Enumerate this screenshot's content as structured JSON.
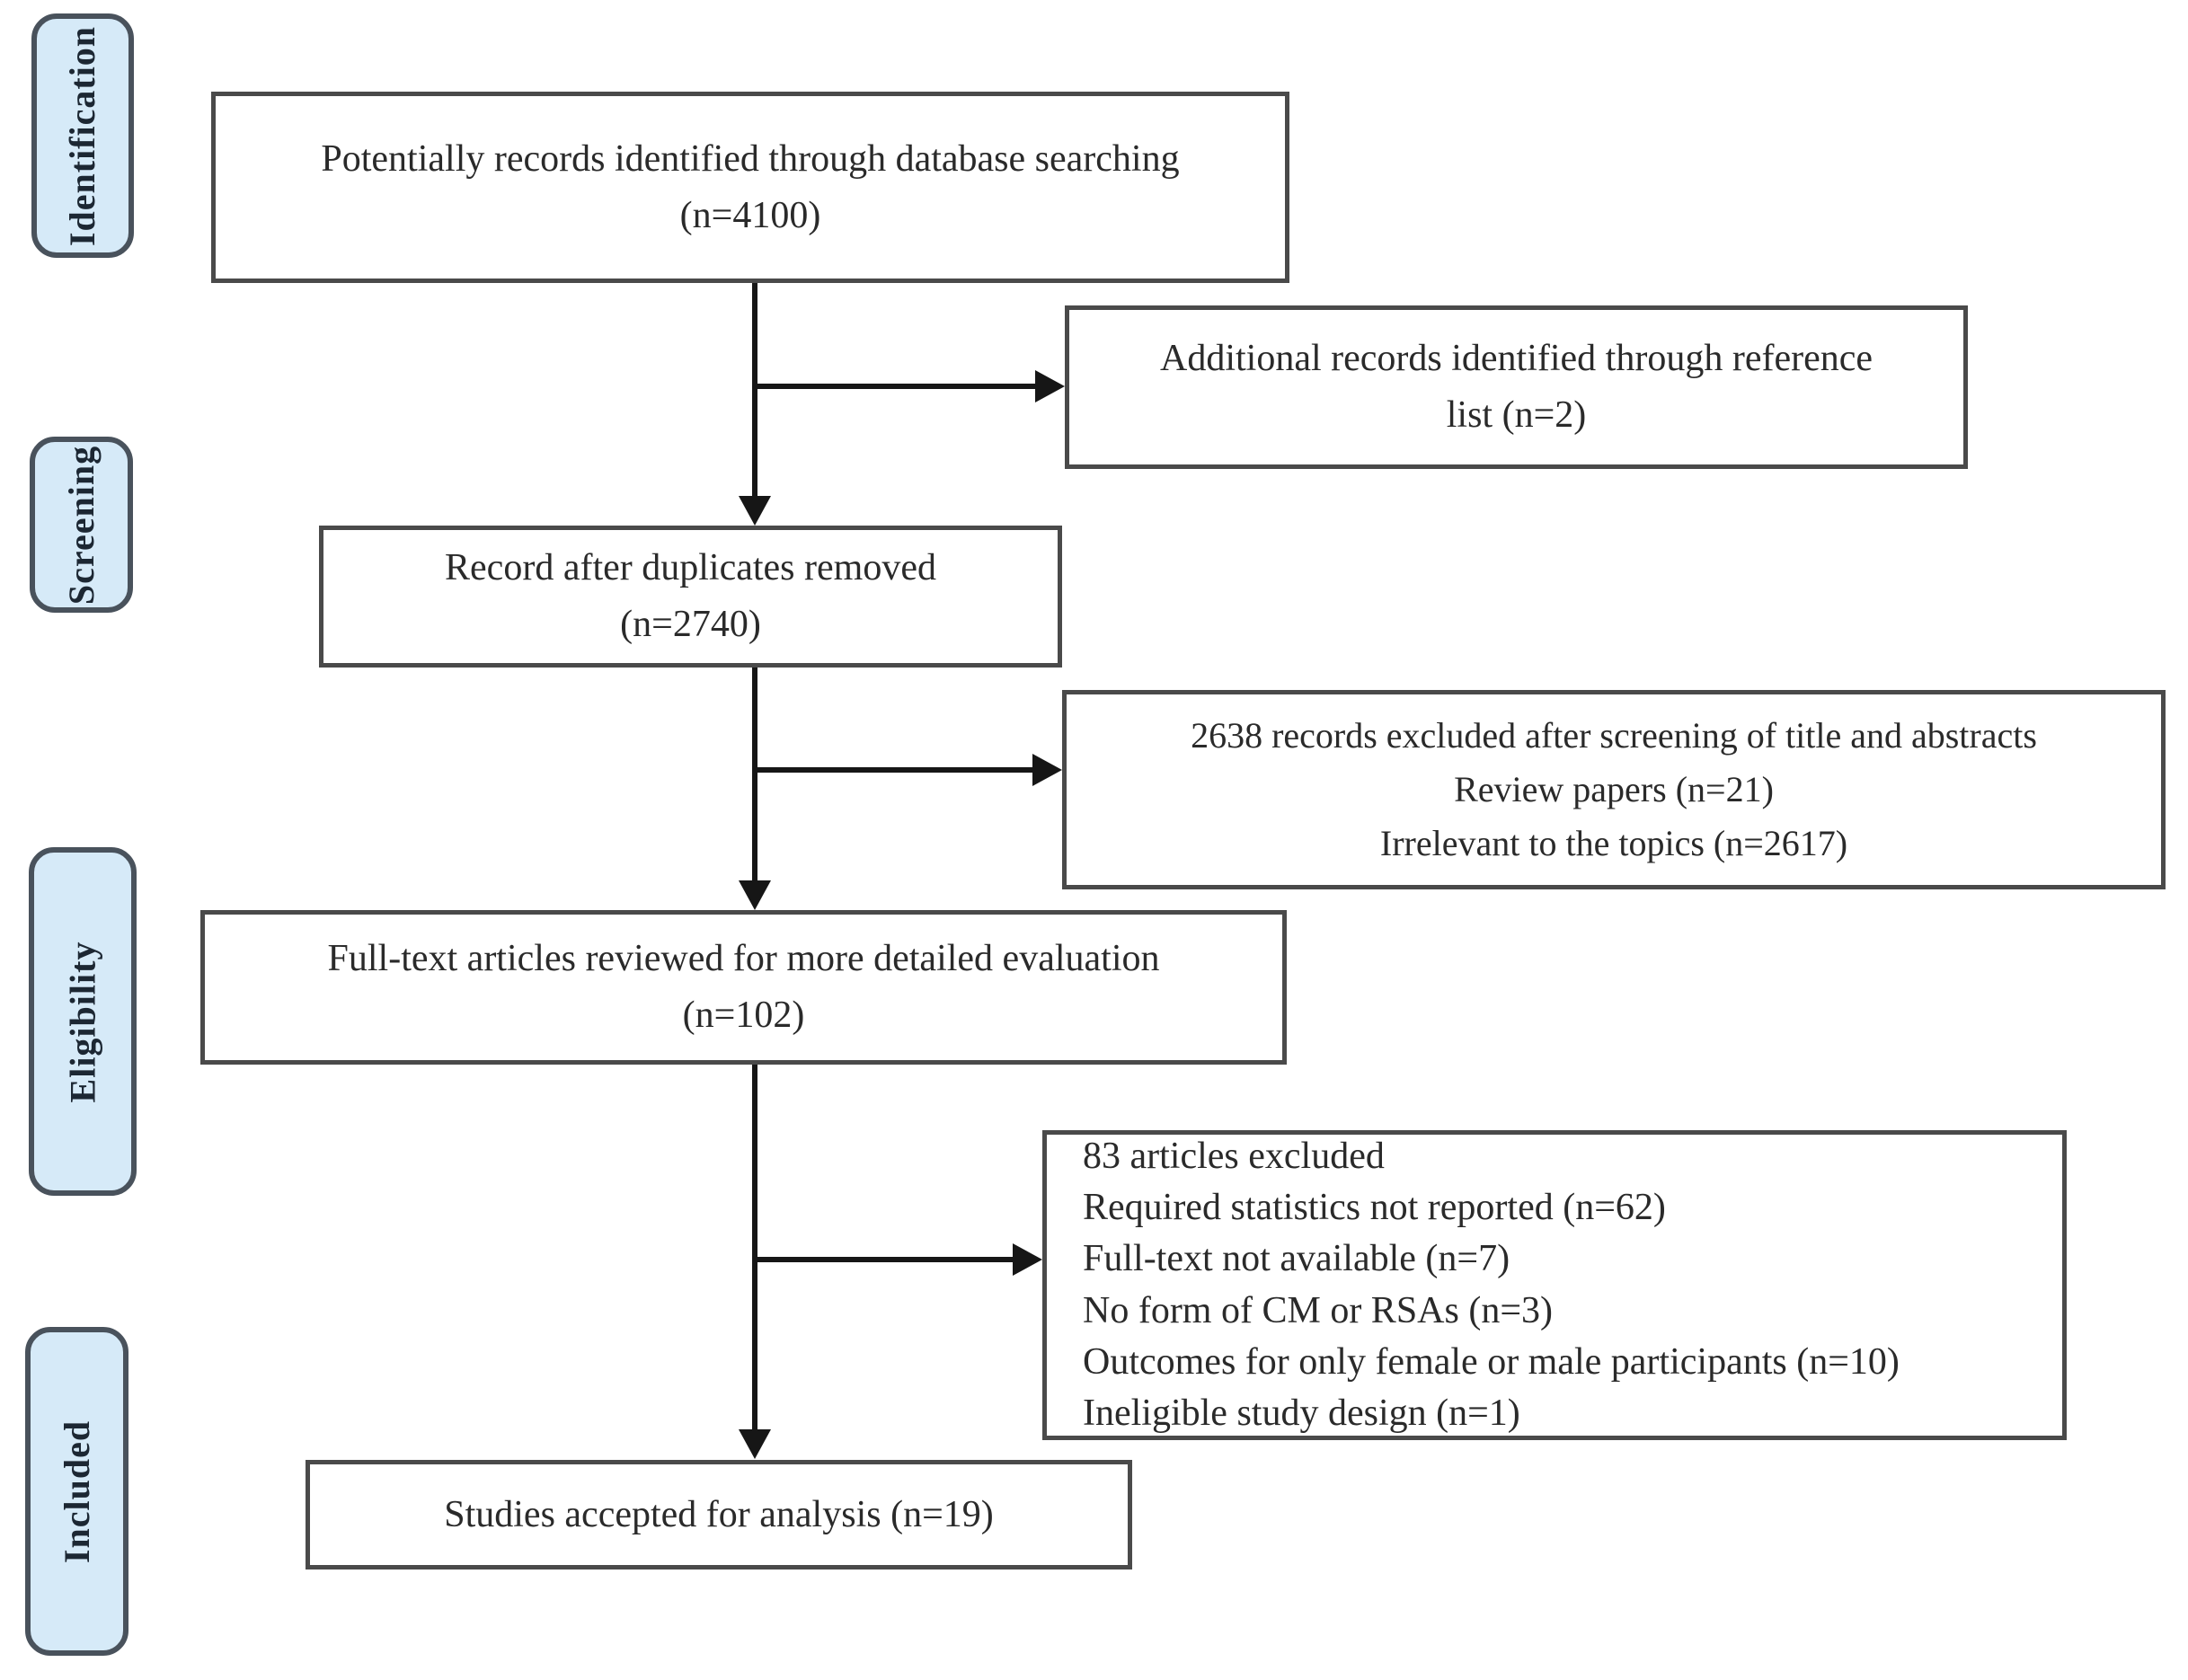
{
  "colors": {
    "label_fill": "#d6eaf8",
    "label_border": "#49525c",
    "label_text": "#1c2733",
    "box_border": "#4a4a4a",
    "arrow_color": "#161616",
    "text_color": "#2a2a2a"
  },
  "stages": [
    {
      "label": "Identification"
    },
    {
      "label": "Screening"
    },
    {
      "label": "Eligibility"
    },
    {
      "label": "Included"
    }
  ],
  "boxes": {
    "identified": {
      "lines": [
        "Potentially records identified through database searching",
        "(n=4100)"
      ]
    },
    "additional": {
      "lines": [
        "Additional records identified through reference",
        "list (n=2)"
      ]
    },
    "deduplicated": {
      "lines": [
        "Record after duplicates removed",
        "(n=2740)"
      ]
    },
    "screened_out": {
      "lines": [
        "2638 records excluded after screening of  title and abstracts",
        "Review papers (n=21)",
        "Irrelevant to the topics (n=2617)"
      ]
    },
    "fulltext": {
      "lines": [
        "Full-text articles reviewed for more detailed evaluation",
        "(n=102)"
      ]
    },
    "fulltext_excluded": {
      "lines": [
        "83 articles excluded",
        "Required statistics not reported (n=62)",
        "Full-text not available (n=7)",
        "No form of CM or RSAs (n=3)",
        "Outcomes for only female or male participants (n=10)",
        "Ineligible study design (n=1)"
      ]
    },
    "accepted": {
      "lines": [
        "Studies accepted for analysis (n=19)"
      ]
    }
  }
}
